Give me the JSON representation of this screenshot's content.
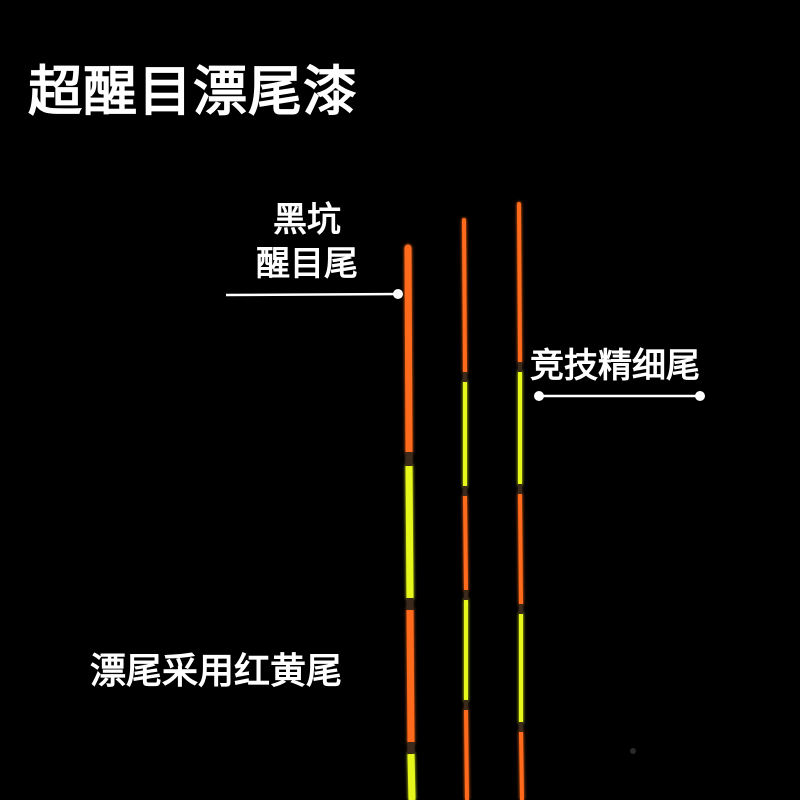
{
  "headline": "超醒目漂尾漆",
  "labels": {
    "heikeng_line1": "黑坑",
    "heikeng_line2": "醒目尾",
    "jingji": "竞技精细尾",
    "bottom": "漂尾采用红黄尾"
  },
  "colors": {
    "background": "#000000",
    "text": "#ffffff",
    "tip_orange": "#ff6a1a",
    "tip_yellow": "#e6f71e",
    "joint": "#3a2a1c"
  }
}
